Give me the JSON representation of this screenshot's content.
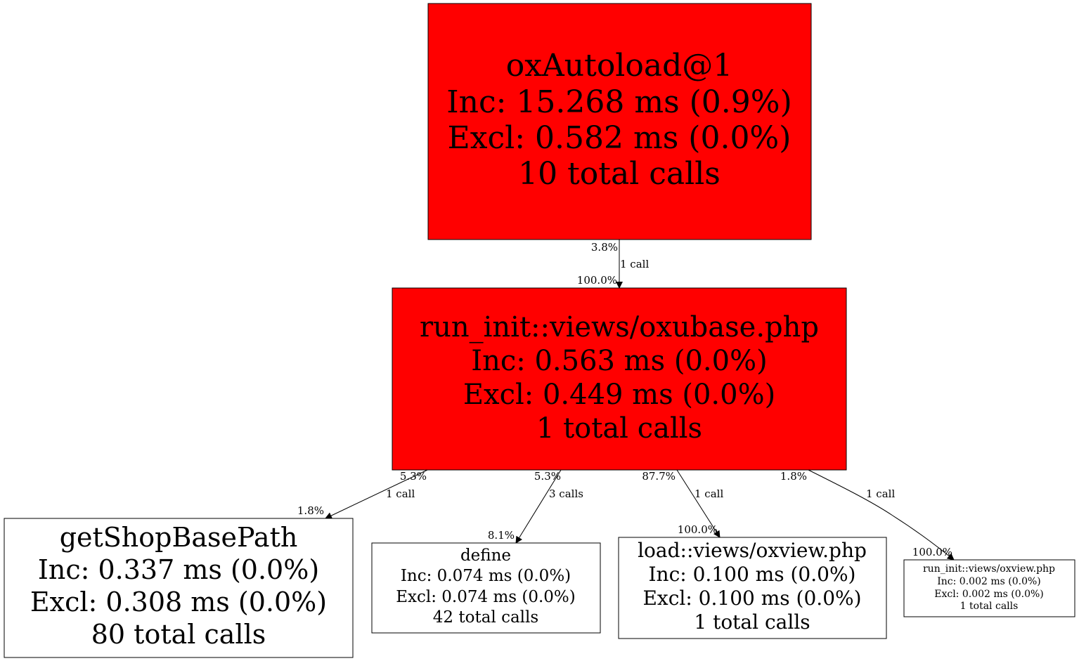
{
  "colors": {
    "hot": "#ff0000",
    "cold": "#ffffff",
    "line": "#000000"
  },
  "nodes": {
    "oxautoload": {
      "name": "oxAutoload@1",
      "inc": "Inc: 15.268 ms (0.9%)",
      "excl": "Excl: 0.582 ms (0.0%)",
      "calls": "10 total calls"
    },
    "run_init_oxubase": {
      "name": "run_init::views/oxubase.php",
      "inc": "Inc: 0.563 ms (0.0%)",
      "excl": "Excl: 0.449 ms (0.0%)",
      "calls": "1 total calls"
    },
    "getshopbasepath": {
      "name": "getShopBasePath",
      "inc": "Inc: 0.337 ms (0.0%)",
      "excl": "Excl: 0.308 ms (0.0%)",
      "calls": "80 total calls"
    },
    "define": {
      "name": "define",
      "inc": "Inc: 0.074 ms (0.0%)",
      "excl": "Excl: 0.074 ms (0.0%)",
      "calls": "42 total calls"
    },
    "load_oxview": {
      "name": "load::views/oxview.php",
      "inc": "Inc: 0.100 ms (0.0%)",
      "excl": "Excl: 0.100 ms (0.0%)",
      "calls": "1 total calls"
    },
    "run_init_oxview": {
      "name": "run_init::views/oxview.php",
      "inc": "Inc: 0.002 ms (0.0%)",
      "excl": "Excl: 0.002 ms (0.0%)",
      "calls": "1 total calls"
    }
  },
  "edges": {
    "autoload_to_oxubase": {
      "tail_pct": "3.8%",
      "calls": "1 call",
      "head_pct": "100.0%"
    },
    "oxubase_to_getshopbasepath": {
      "tail_pct": "5.3%",
      "calls": "1 call",
      "head_pct": "1.8%"
    },
    "oxubase_to_define": {
      "tail_pct": "5.3%",
      "calls": "3 calls",
      "head_pct": "8.1%"
    },
    "oxubase_to_load_oxview": {
      "tail_pct": "87.7%",
      "calls": "1 call",
      "head_pct": "100.0%"
    },
    "oxubase_to_run_init_oxview": {
      "tail_pct": "1.8%",
      "calls": "1 call",
      "head_pct": "100.0%"
    }
  }
}
